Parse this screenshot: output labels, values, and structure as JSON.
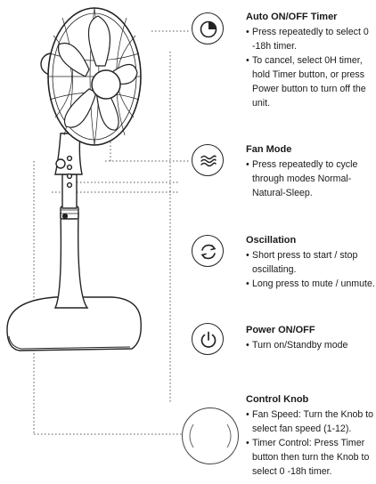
{
  "sections": [
    {
      "id": "timer",
      "title": "Auto ON/OFF Timer",
      "bullets": [
        "Press repeatedly to select 0 -18h timer.",
        "To cancel, select 0H timer, hold Timer button, or press Power button to turn off the unit."
      ],
      "icon": "timer-icon"
    },
    {
      "id": "fan-mode",
      "title": "Fan Mode",
      "bullets": [
        "Press repeatedly to cycle through modes Normal-Natural-Sleep."
      ],
      "icon": "wind-waves-icon"
    },
    {
      "id": "oscillation",
      "title": "Oscillation",
      "bullets": [
        "Short press to start / stop oscillating.",
        "Long press to mute / unmute."
      ],
      "icon": "oscillation-arrows-icon"
    },
    {
      "id": "power",
      "title": "Power ON/OFF",
      "bullets": [
        "Turn on/Standby mode"
      ],
      "icon": "power-icon"
    },
    {
      "id": "knob",
      "title": "Control Knob",
      "bullets": [
        "Fan Speed: Turn the Knob to select fan speed (1-12).",
        "Timer Control: Press Timer button then turn the Knob to select 0 -18h timer."
      ],
      "icon": "control-knob-icon"
    }
  ]
}
